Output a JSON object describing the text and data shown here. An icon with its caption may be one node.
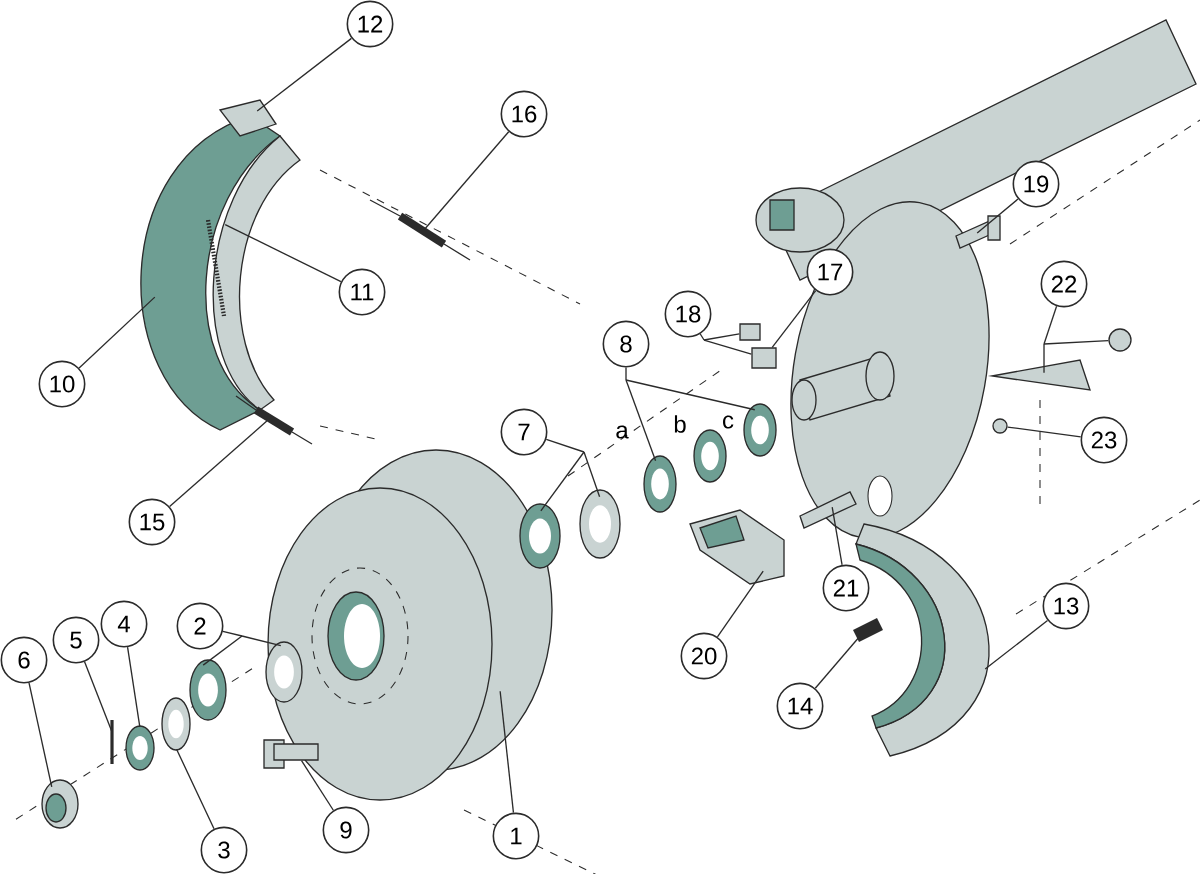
{
  "diagram": {
    "nodes": [
      {
        "text": [
          "1"
        ]
      },
      {
        "text": [
          "2"
        ]
      },
      {
        "text": [
          "3"
        ]
      },
      {
        "text": [
          "4"
        ]
      },
      {
        "text": [
          "5"
        ]
      },
      {
        "text": [
          "6"
        ]
      },
      {
        "text": [
          "7"
        ]
      },
      {
        "text": [
          "8"
        ]
      },
      {
        "text": [
          "9"
        ]
      },
      {
        "text": [
          "10"
        ]
      },
      {
        "text": [
          "11"
        ]
      },
      {
        "text": [
          "12"
        ]
      },
      {
        "text": [
          "13"
        ]
      },
      {
        "text": [
          "14"
        ]
      },
      {
        "text": [
          "15"
        ]
      },
      {
        "text": [
          "16"
        ]
      },
      {
        "text": [
          "17"
        ]
      },
      {
        "text": [
          "18"
        ]
      },
      {
        "text": [
          "19"
        ]
      },
      {
        "text": [
          "20"
        ]
      },
      {
        "text": [
          "21"
        ]
      },
      {
        "text": [
          "22"
        ]
      },
      {
        "text": [
          "23"
        ]
      },
      {
        "text": [],
        "shape": "picture"
      },
      {
        "text": [],
        "shape": "picture"
      },
      {
        "text": [],
        "shape": "picture"
      },
      {
        "text": [],
        "shape": "picture"
      },
      {
        "text": [],
        "shape": "picture"
      },
      {
        "text": [],
        "shape": "picture"
      },
      {
        "text": [],
        "shape": "picture"
      },
      {
        "text": [],
        "shape": "picture"
      },
      {
        "text": [],
        "shape": "picture"
      },
      {
        "text": [],
        "shape": "picture"
      },
      {
        "text": [],
        "shape": "picture"
      },
      {
        "text": [],
        "shape": "box"
      },
      {
        "text": [],
        "shape": "picture"
      },
      {
        "text": [],
        "shape": "picture"
      },
      {
        "text": [],
        "shape": "picture"
      },
      {
        "text": [],
        "shape": "picture"
      },
      {
        "text": [],
        "shape": "picture"
      },
      {
        "text": [],
        "shape": "picture"
      },
      {
        "text": [],
        "shape": "picture"
      },
      {
        "text": [],
        "shape": "box"
      },
      {
        "text": [],
        "shape": "box"
      },
      {
        "text": [],
        "shape": "picture"
      },
      {
        "text": [],
        "shape": "picture"
      },
      {
        "text": [],
        "shape": "picture"
      },
      {
        "text": [],
        "shape": "picture"
      },
      {
        "text": [],
        "shape": "circle"
      },
      {
        "text": [],
        "shape": "circle"
      },
      {
        "text": [],
        "shape": "picture"
      },
      {
        "text": [],
        "shape": "picture"
      }
    ],
    "edges": [
      {
        "from": 0,
        "to": 23,
        "arrow": "none"
      },
      {
        "from": 1,
        "to": 24,
        "arrow": "none"
      },
      {
        "from": 1,
        "to": 25,
        "arrow": "none"
      },
      {
        "from": 2,
        "to": 26,
        "arrow": "none"
      },
      {
        "from": 3,
        "to": 27,
        "arrow": "none"
      },
      {
        "from": 4,
        "to": 28,
        "arrow": "none"
      },
      {
        "from": 5,
        "to": 29,
        "arrow": "none"
      },
      {
        "from": 6,
        "to": 30,
        "arrow": "none"
      },
      {
        "from": 6,
        "to": 31,
        "arrow": "none"
      },
      {
        "from": 7,
        "to": 32,
        "arrow": "none"
      },
      {
        "from": 7,
        "to": 33,
        "arrow": "none"
      },
      {
        "from": 8,
        "to": 34,
        "arrow": "none"
      },
      {
        "from": 9,
        "to": 35,
        "arrow": "none"
      },
      {
        "from": 10,
        "to": 36,
        "arrow": "none"
      },
      {
        "from": 11,
        "to": 37,
        "arrow": "none"
      },
      {
        "from": 12,
        "to": 38,
        "arrow": "none"
      },
      {
        "from": 13,
        "to": 39,
        "arrow": "none"
      },
      {
        "from": 14,
        "to": 40,
        "arrow": "none"
      },
      {
        "from": 15,
        "to": 41,
        "arrow": "none"
      },
      {
        "from": 16,
        "to": 42,
        "arrow": "none"
      },
      {
        "from": 17,
        "to": 43,
        "arrow": "none"
      },
      {
        "from": 17,
        "to": 42,
        "arrow": "none"
      },
      {
        "from": 18,
        "to": 44,
        "arrow": "none"
      },
      {
        "from": 19,
        "to": 45,
        "arrow": "none"
      },
      {
        "from": 20,
        "to": 46,
        "arrow": "none"
      },
      {
        "from": 21,
        "to": 47,
        "arrow": "none"
      },
      {
        "from": 21,
        "to": 48,
        "arrow": "none"
      },
      {
        "from": 22,
        "to": 49,
        "arrow": "none"
      }
    ],
    "labels": [
      "a",
      "b",
      "c"
    ]
  }
}
